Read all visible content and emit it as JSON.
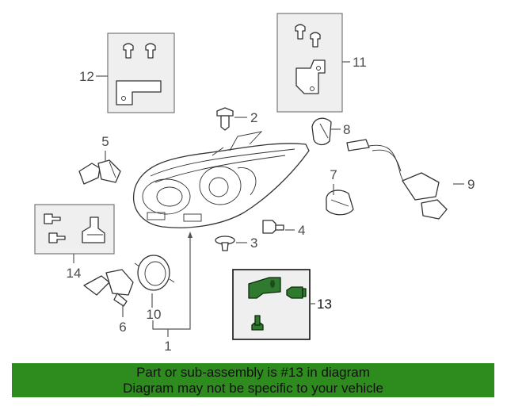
{
  "callouts": {
    "c1": "1",
    "c2": "2",
    "c3": "3",
    "c4": "4",
    "c5": "5",
    "c6": "6",
    "c7": "7",
    "c8": "8",
    "c9": "9",
    "c10": "10",
    "c11": "11",
    "c12": "12",
    "c13": "13",
    "c14": "14"
  },
  "banner": {
    "line1": "Part or sub-assembly is #13 in diagram",
    "line2": "Diagram may not be specific to your vehicle"
  },
  "colors": {
    "banner_bg": "#2e8b1e",
    "highlight_part": "#2f7a2f",
    "box_fill": "#efefef"
  },
  "icons": [
    "headlamp-assembly-icon",
    "bulb-icon",
    "socket-icon",
    "bracket-icon",
    "clip-icon",
    "screw-icon",
    "harness-icon"
  ]
}
